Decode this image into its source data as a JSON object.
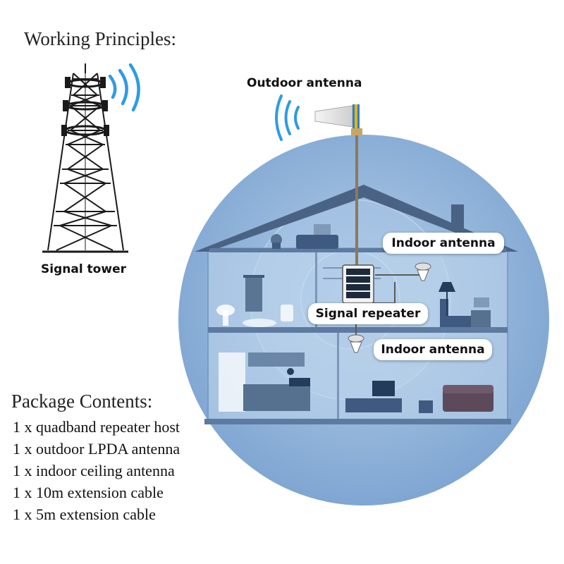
{
  "headings": {
    "working_principles": "Working Principles:",
    "package_contents": "Package Contents:"
  },
  "labels": {
    "signal_tower": "Signal tower",
    "outdoor_antenna": "Outdoor antenna",
    "indoor_antenna_top": "Indoor antenna",
    "signal_repeater": "Signal repeater",
    "indoor_antenna_bottom": "Indoor antenna"
  },
  "package_items": [
    "1 x quadband repeater host",
    "1 x outdoor LPDA antenna",
    "1 x indoor ceiling antenna",
    "1 x 10m extension cable",
    "1 x 5m extension cable"
  ],
  "colors": {
    "coverage_circle": "#8fb4dc",
    "house_fill": "#b9d3ec",
    "roof": "#4a6384",
    "signal_waves": "#2e9be6",
    "cable": "#8a7a5a",
    "tower": "#1a1a1a"
  },
  "icons": [
    "tower-icon",
    "signal-wave-icon",
    "lpda-antenna-icon",
    "repeater-device-icon",
    "ceiling-antenna-icon",
    "house-illustration"
  ]
}
